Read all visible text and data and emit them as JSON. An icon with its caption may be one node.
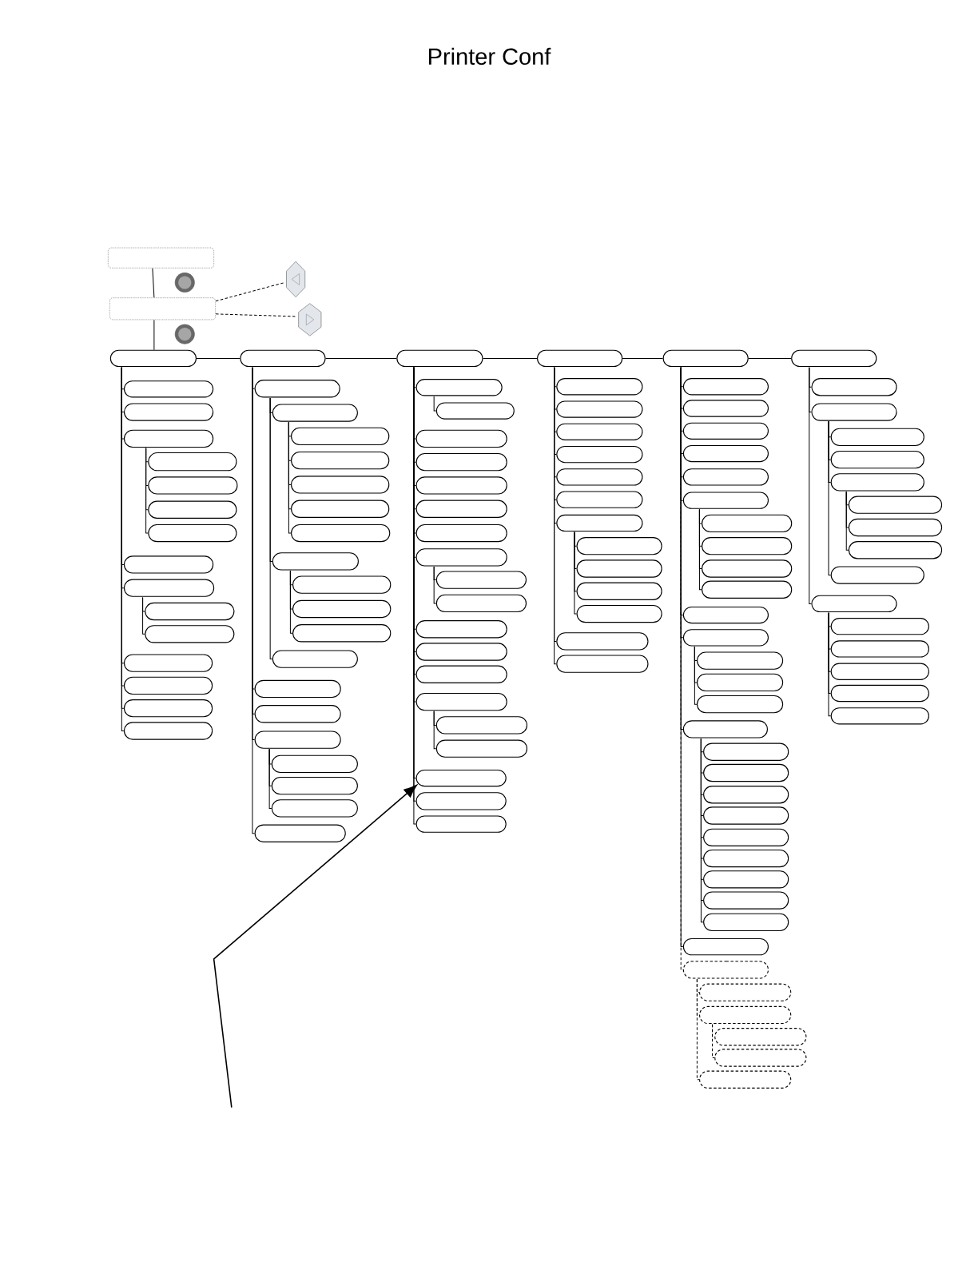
{
  "diagram": {
    "title": "Printer Conf",
    "nodes": [
      {
        "text": [],
        "shape": "box"
      },
      {
        "text": [],
        "shape": "box"
      },
      {
        "text": [],
        "shape": "picture"
      },
      {
        "text": [],
        "shape": "picture"
      },
      {
        "text": [],
        "shape": "pill"
      },
      {
        "text": [],
        "shape": "pill"
      },
      {
        "text": [],
        "shape": "pill"
      },
      {
        "text": [],
        "shape": "pill"
      },
      {
        "text": [],
        "shape": "pill"
      },
      {
        "text": [],
        "shape": "pill"
      },
      {
        "text": [],
        "shape": "pill"
      },
      {
        "text": [],
        "shape": "pill"
      },
      {
        "text": [],
        "shape": "pill"
      },
      {
        "text": [],
        "shape": "pill"
      },
      {
        "text": [],
        "shape": "pill"
      },
      {
        "text": [],
        "shape": "pill"
      },
      {
        "text": [],
        "shape": "pill"
      },
      {
        "text": [],
        "shape": "pill"
      },
      {
        "text": [],
        "shape": "pill"
      },
      {
        "text": [],
        "shape": "pill"
      },
      {
        "text": [],
        "shape": "pill"
      },
      {
        "text": [],
        "shape": "pill"
      },
      {
        "text": [],
        "shape": "pill"
      },
      {
        "text": [],
        "shape": "pill"
      },
      {
        "text": [],
        "shape": "pill"
      },
      {
        "text": [],
        "shape": "pill"
      },
      {
        "text": [],
        "shape": "pill"
      },
      {
        "text": [],
        "shape": "pill"
      },
      {
        "text": [],
        "shape": "pill"
      },
      {
        "text": [],
        "shape": "pill"
      },
      {
        "text": [],
        "shape": "pill"
      },
      {
        "text": [],
        "shape": "pill"
      },
      {
        "text": [],
        "shape": "pill"
      },
      {
        "text": [],
        "shape": "pill"
      },
      {
        "text": [],
        "shape": "pill"
      },
      {
        "text": [],
        "shape": "pill"
      },
      {
        "text": [],
        "shape": "pill"
      },
      {
        "text": [],
        "shape": "pill"
      },
      {
        "text": [],
        "shape": "pill"
      },
      {
        "text": [],
        "shape": "pill"
      },
      {
        "text": [],
        "shape": "pill"
      },
      {
        "text": [],
        "shape": "pill"
      },
      {
        "text": [],
        "shape": "pill"
      },
      {
        "text": [],
        "shape": "pill"
      },
      {
        "text": [],
        "shape": "pill"
      },
      {
        "text": [],
        "shape": "pill"
      },
      {
        "text": [],
        "shape": "pill"
      },
      {
        "text": [],
        "shape": "pill"
      },
      {
        "text": [],
        "shape": "pill"
      },
      {
        "text": [],
        "shape": "pill"
      },
      {
        "text": [],
        "shape": "pill"
      },
      {
        "text": [],
        "shape": "pill"
      },
      {
        "text": [],
        "shape": "pill"
      },
      {
        "text": [],
        "shape": "pill"
      },
      {
        "text": [],
        "shape": "pill"
      },
      {
        "text": [],
        "shape": "pill"
      },
      {
        "text": [],
        "shape": "pill"
      },
      {
        "text": [],
        "shape": "pill"
      },
      {
        "text": [],
        "shape": "pill"
      },
      {
        "text": [],
        "shape": "pill"
      },
      {
        "text": [],
        "shape": "pill"
      },
      {
        "text": [],
        "shape": "pill"
      },
      {
        "text": [],
        "shape": "pill"
      },
      {
        "text": [],
        "shape": "pill"
      },
      {
        "text": [],
        "shape": "pill"
      },
      {
        "text": [],
        "shape": "pill"
      },
      {
        "text": [],
        "shape": "pill"
      },
      {
        "text": [],
        "shape": "pill"
      },
      {
        "text": [],
        "shape": "pill"
      },
      {
        "text": [],
        "shape": "pill"
      },
      {
        "text": [],
        "shape": "pill"
      },
      {
        "text": [],
        "shape": "pill"
      },
      {
        "text": [],
        "shape": "pill"
      },
      {
        "text": [],
        "shape": "pill"
      },
      {
        "text": [],
        "shape": "pill"
      },
      {
        "text": [],
        "shape": "pill"
      },
      {
        "text": [],
        "shape": "pill"
      },
      {
        "text": [],
        "shape": "pill"
      },
      {
        "text": [],
        "shape": "pill"
      },
      {
        "text": [],
        "shape": "pill"
      },
      {
        "text": [],
        "shape": "pill"
      },
      {
        "text": [],
        "shape": "pill"
      },
      {
        "text": [],
        "shape": "pill"
      },
      {
        "text": [],
        "shape": "pill"
      },
      {
        "text": [],
        "shape": "pill"
      },
      {
        "text": [],
        "shape": "pill"
      },
      {
        "text": [],
        "shape": "pill"
      },
      {
        "text": [],
        "shape": "pill"
      },
      {
        "text": [],
        "shape": "pill"
      },
      {
        "text": [],
        "shape": "pill"
      },
      {
        "text": [],
        "shape": "pill"
      },
      {
        "text": [],
        "shape": "pill"
      },
      {
        "text": [],
        "shape": "pill"
      },
      {
        "text": [],
        "shape": "pill"
      },
      {
        "text": [],
        "shape": "pill"
      },
      {
        "text": [],
        "shape": "pill"
      },
      {
        "text": [],
        "shape": "pill"
      },
      {
        "text": [],
        "shape": "pill"
      },
      {
        "text": [],
        "shape": "pill"
      },
      {
        "text": [],
        "shape": "pill"
      },
      {
        "text": [],
        "shape": "pill"
      },
      {
        "text": [],
        "shape": "pill"
      },
      {
        "text": [],
        "shape": "pill"
      },
      {
        "text": [],
        "shape": "pill"
      },
      {
        "text": [],
        "shape": "pill"
      },
      {
        "text": [],
        "shape": "pill"
      },
      {
        "text": [],
        "shape": "pill"
      },
      {
        "text": [],
        "shape": "pill"
      },
      {
        "text": [],
        "shape": "pill"
      },
      {
        "text": [],
        "shape": "pill"
      },
      {
        "text": [],
        "shape": "pill"
      },
      {
        "text": [],
        "shape": "pill"
      },
      {
        "text": [],
        "shape": "pill"
      },
      {
        "text": [],
        "shape": "pill"
      },
      {
        "text": [],
        "shape": "pill"
      },
      {
        "text": [],
        "shape": "pill"
      },
      {
        "text": [],
        "shape": "pill"
      },
      {
        "text": [],
        "shape": "pill"
      },
      {
        "text": [],
        "shape": "pill"
      },
      {
        "text": [],
        "shape": "pill"
      },
      {
        "text": [],
        "shape": "pill"
      },
      {
        "text": [],
        "shape": "pill"
      },
      {
        "text": [],
        "shape": "pill"
      }
    ],
    "edges": [
      {
        "from": 0,
        "to": 1,
        "arrow": "none"
      },
      {
        "from": 1,
        "to": 2,
        "arrow": "none",
        "style": "dashed"
      },
      {
        "from": 1,
        "to": 3,
        "arrow": "none",
        "style": "dashed"
      },
      {
        "from": 1,
        "to": 4,
        "arrow": "none"
      },
      {
        "from": 4,
        "to": 20,
        "arrow": "none"
      },
      {
        "from": 20,
        "to": 40,
        "arrow": "none"
      },
      {
        "from": 40,
        "to": 60,
        "arrow": "none"
      },
      {
        "from": 60,
        "to": 74,
        "arrow": "none"
      },
      {
        "from": 74,
        "to": 107,
        "arrow": "none"
      },
      {
        "from": 4,
        "to": 5,
        "arrow": "none"
      },
      {
        "from": 4,
        "to": 6,
        "arrow": "none"
      },
      {
        "from": 4,
        "to": 7,
        "arrow": "none"
      },
      {
        "from": 7,
        "to": 8,
        "arrow": "none"
      },
      {
        "from": 7,
        "to": 9,
        "arrow": "none"
      },
      {
        "from": 7,
        "to": 10,
        "arrow": "none"
      },
      {
        "from": 7,
        "to": 11,
        "arrow": "none"
      },
      {
        "from": 4,
        "to": 12,
        "arrow": "none"
      },
      {
        "from": 4,
        "to": 13,
        "arrow": "none"
      },
      {
        "from": 13,
        "to": 14,
        "arrow": "none"
      },
      {
        "from": 13,
        "to": 15,
        "arrow": "none"
      },
      {
        "from": 4,
        "to": 16,
        "arrow": "none"
      },
      {
        "from": 4,
        "to": 17,
        "arrow": "none"
      },
      {
        "from": 4,
        "to": 18,
        "arrow": "none"
      },
      {
        "from": 4,
        "to": 19,
        "arrow": "none"
      },
      {
        "from": 20,
        "to": 21,
        "arrow": "none"
      },
      {
        "from": 21,
        "to": 22,
        "arrow": "none"
      },
      {
        "from": 22,
        "to": 23,
        "arrow": "none"
      },
      {
        "from": 22,
        "to": 24,
        "arrow": "none"
      },
      {
        "from": 22,
        "to": 25,
        "arrow": "none"
      },
      {
        "from": 22,
        "to": 26,
        "arrow": "none"
      },
      {
        "from": 22,
        "to": 27,
        "arrow": "none"
      },
      {
        "from": 21,
        "to": 28,
        "arrow": "none"
      },
      {
        "from": 28,
        "to": 29,
        "arrow": "none"
      },
      {
        "from": 28,
        "to": 30,
        "arrow": "none"
      },
      {
        "from": 28,
        "to": 31,
        "arrow": "none"
      },
      {
        "from": 21,
        "to": 32,
        "arrow": "none"
      },
      {
        "from": 20,
        "to": 33,
        "arrow": "none"
      },
      {
        "from": 20,
        "to": 34,
        "arrow": "none"
      },
      {
        "from": 20,
        "to": 35,
        "arrow": "none"
      },
      {
        "from": 35,
        "to": 36,
        "arrow": "none"
      },
      {
        "from": 35,
        "to": 37,
        "arrow": "none"
      },
      {
        "from": 35,
        "to": 38,
        "arrow": "none"
      },
      {
        "from": 20,
        "to": 39,
        "arrow": "none"
      },
      {
        "from": 40,
        "to": 41,
        "arrow": "none"
      },
      {
        "from": 41,
        "to": 42,
        "arrow": "none"
      },
      {
        "from": 40,
        "to": 43,
        "arrow": "none"
      },
      {
        "from": 40,
        "to": 44,
        "arrow": "none"
      },
      {
        "from": 40,
        "to": 45,
        "arrow": "none"
      },
      {
        "from": 40,
        "to": 46,
        "arrow": "none"
      },
      {
        "from": 40,
        "to": 47,
        "arrow": "none"
      },
      {
        "from": 40,
        "to": 48,
        "arrow": "none"
      },
      {
        "from": 48,
        "to": 49,
        "arrow": "none"
      },
      {
        "from": 48,
        "to": 50,
        "arrow": "none"
      },
      {
        "from": 40,
        "to": 51,
        "arrow": "none"
      },
      {
        "from": 40,
        "to": 52,
        "arrow": "none"
      },
      {
        "from": 40,
        "to": 53,
        "arrow": "none"
      },
      {
        "from": 40,
        "to": 54,
        "arrow": "none"
      },
      {
        "from": 54,
        "to": 55,
        "arrow": "none"
      },
      {
        "from": 54,
        "to": 56,
        "arrow": "none"
      },
      {
        "from": 40,
        "to": 57,
        "arrow": "none"
      },
      {
        "from": 40,
        "to": 58,
        "arrow": "none"
      },
      {
        "from": 40,
        "to": 59,
        "arrow": "none"
      },
      {
        "from": 60,
        "to": 61,
        "arrow": "none"
      },
      {
        "from": 60,
        "to": 62,
        "arrow": "none"
      },
      {
        "from": 60,
        "to": 63,
        "arrow": "none"
      },
      {
        "from": 60,
        "to": 64,
        "arrow": "none"
      },
      {
        "from": 60,
        "to": 65,
        "arrow": "none"
      },
      {
        "from": 60,
        "to": 66,
        "arrow": "none"
      },
      {
        "from": 60,
        "to": 67,
        "arrow": "none"
      },
      {
        "from": 67,
        "to": 68,
        "arrow": "none"
      },
      {
        "from": 67,
        "to": 69,
        "arrow": "none"
      },
      {
        "from": 67,
        "to": 70,
        "arrow": "none"
      },
      {
        "from": 67,
        "to": 71,
        "arrow": "none"
      },
      {
        "from": 60,
        "to": 72,
        "arrow": "none"
      },
      {
        "from": 60,
        "to": 73,
        "arrow": "none"
      },
      {
        "from": 74,
        "to": 75,
        "arrow": "none"
      },
      {
        "from": 74,
        "to": 76,
        "arrow": "none"
      },
      {
        "from": 74,
        "to": 77,
        "arrow": "none"
      },
      {
        "from": 74,
        "to": 78,
        "arrow": "none"
      },
      {
        "from": 74,
        "to": 79,
        "arrow": "none"
      },
      {
        "from": 74,
        "to": 80,
        "arrow": "none"
      },
      {
        "from": 80,
        "to": 81,
        "arrow": "none"
      },
      {
        "from": 80,
        "to": 82,
        "arrow": "none"
      },
      {
        "from": 80,
        "to": 83,
        "arrow": "none"
      },
      {
        "from": 80,
        "to": 84,
        "arrow": "none"
      },
      {
        "from": 74,
        "to": 85,
        "arrow": "none"
      },
      {
        "from": 74,
        "to": 86,
        "arrow": "none"
      },
      {
        "from": 86,
        "to": 87,
        "arrow": "none"
      },
      {
        "from": 86,
        "to": 88,
        "arrow": "none"
      },
      {
        "from": 86,
        "to": 89,
        "arrow": "none"
      },
      {
        "from": 74,
        "to": 90,
        "arrow": "none"
      },
      {
        "from": 90,
        "to": 91,
        "arrow": "none"
      },
      {
        "from": 90,
        "to": 92,
        "arrow": "none"
      },
      {
        "from": 90,
        "to": 93,
        "arrow": "none"
      },
      {
        "from": 90,
        "to": 94,
        "arrow": "none"
      },
      {
        "from": 90,
        "to": 95,
        "arrow": "none"
      },
      {
        "from": 90,
        "to": 96,
        "arrow": "none"
      },
      {
        "from": 90,
        "to": 97,
        "arrow": "none"
      },
      {
        "from": 90,
        "to": 98,
        "arrow": "none"
      },
      {
        "from": 90,
        "to": 99,
        "arrow": "none"
      },
      {
        "from": 74,
        "to": 100,
        "arrow": "none"
      },
      {
        "from": 74,
        "to": 101,
        "arrow": "none",
        "style": "dashed"
      },
      {
        "from": 101,
        "to": 102,
        "arrow": "none",
        "style": "dashed"
      },
      {
        "from": 101,
        "to": 103,
        "arrow": "none",
        "style": "dashed"
      },
      {
        "from": 103,
        "to": 104,
        "arrow": "none",
        "style": "dashed"
      },
      {
        "from": 103,
        "to": 105,
        "arrow": "none",
        "style": "dashed"
      },
      {
        "from": 101,
        "to": 106,
        "arrow": "none",
        "style": "dashed"
      },
      {
        "from": 107,
        "to": 108,
        "arrow": "none"
      },
      {
        "from": 107,
        "to": 109,
        "arrow": "none"
      },
      {
        "from": 109,
        "to": 110,
        "arrow": "none"
      },
      {
        "from": 109,
        "to": 111,
        "arrow": "none"
      },
      {
        "from": 109,
        "to": 112,
        "arrow": "none"
      },
      {
        "from": 112,
        "to": 113,
        "arrow": "none"
      },
      {
        "from": 112,
        "to": 114,
        "arrow": "none"
      },
      {
        "from": 112,
        "to": 115,
        "arrow": "none"
      },
      {
        "from": 109,
        "to": 116,
        "arrow": "none"
      },
      {
        "from": 107,
        "to": 117,
        "arrow": "none"
      },
      {
        "from": 117,
        "to": 118,
        "arrow": "none"
      },
      {
        "from": 117,
        "to": 119,
        "arrow": "none"
      },
      {
        "from": 117,
        "to": 120,
        "arrow": "none"
      },
      {
        "from": 117,
        "to": 121,
        "arrow": "none"
      },
      {
        "from": 117,
        "to": 122,
        "arrow": "none"
      },
      {
        "from": null,
        "to": 57,
        "arrow": "to"
      }
    ]
  }
}
